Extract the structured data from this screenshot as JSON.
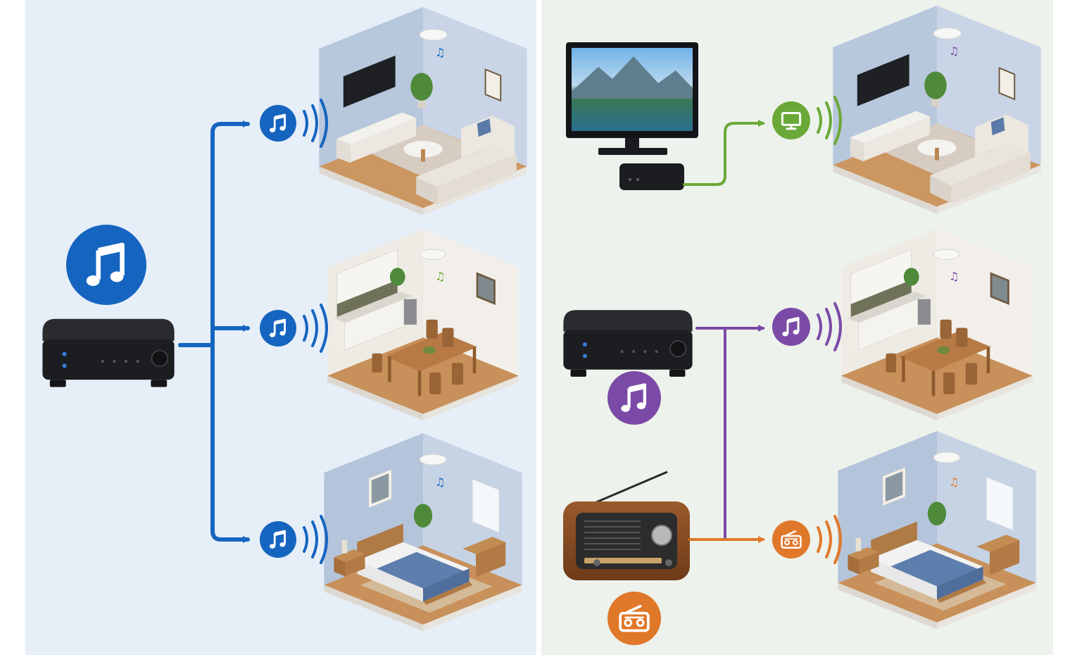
{
  "colors": {
    "left_panel_bg": "#e6eef8",
    "right_panel_bg": "#edf2ec",
    "page_bg": "#ffffff",
    "music_blue": "#1565c0",
    "tv_green": "#6aa938",
    "music_purple": "#7b4aa6",
    "radio_orange": "#e0782a",
    "device_black": "#1c1d20",
    "wall_blue": "#b7c7dc",
    "wall_cream": "#efeae0",
    "floor_wood": "#c8905a"
  },
  "left_diagram": {
    "source": {
      "device": "audio-streamer",
      "icon": "music-note-icon",
      "color": "music_blue"
    },
    "zones": [
      {
        "room": "living-room",
        "icon": "music-note-icon",
        "color": "music_blue"
      },
      {
        "room": "kitchen-dining",
        "icon": "music-note-icon",
        "color": "music_blue"
      },
      {
        "room": "bedroom",
        "icon": "music-note-icon",
        "color": "music_blue"
      }
    ]
  },
  "right_diagram": {
    "sources": [
      {
        "device": "tv-with-streamer",
        "icon": "tv-icon",
        "color": "tv_green"
      },
      {
        "device": "audio-streamer",
        "icon": "music-note-icon",
        "color": "music_purple"
      },
      {
        "device": "retro-radio",
        "icon": "radio-icon",
        "color": "radio_orange"
      }
    ],
    "zones": [
      {
        "room": "living-room",
        "icon": "tv-icon",
        "color": "tv_green"
      },
      {
        "room": "kitchen-dining",
        "icon": "music-note-icon",
        "color": "music_purple"
      },
      {
        "room": "bedroom",
        "icon": "radio-icon",
        "color": "radio_orange"
      }
    ]
  }
}
